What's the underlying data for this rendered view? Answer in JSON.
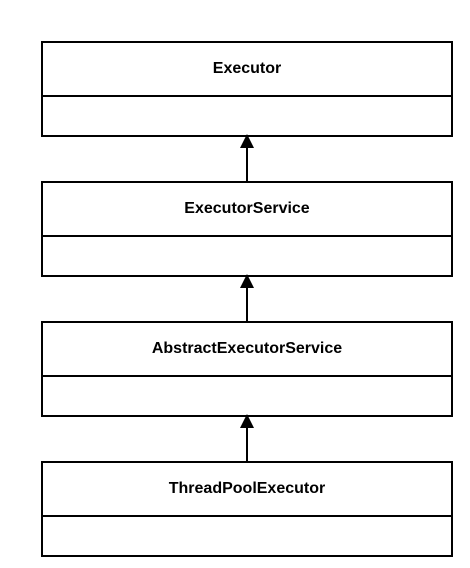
{
  "diagram": {
    "classes": [
      {
        "name": "Executor"
      },
      {
        "name": "ExecutorService"
      },
      {
        "name": "AbstractExecutorService"
      },
      {
        "name": "ThreadPoolExecutor"
      }
    ],
    "colors": {
      "line": "#000000",
      "box_fill": "#ffffff",
      "background": "#ffffff"
    }
  }
}
